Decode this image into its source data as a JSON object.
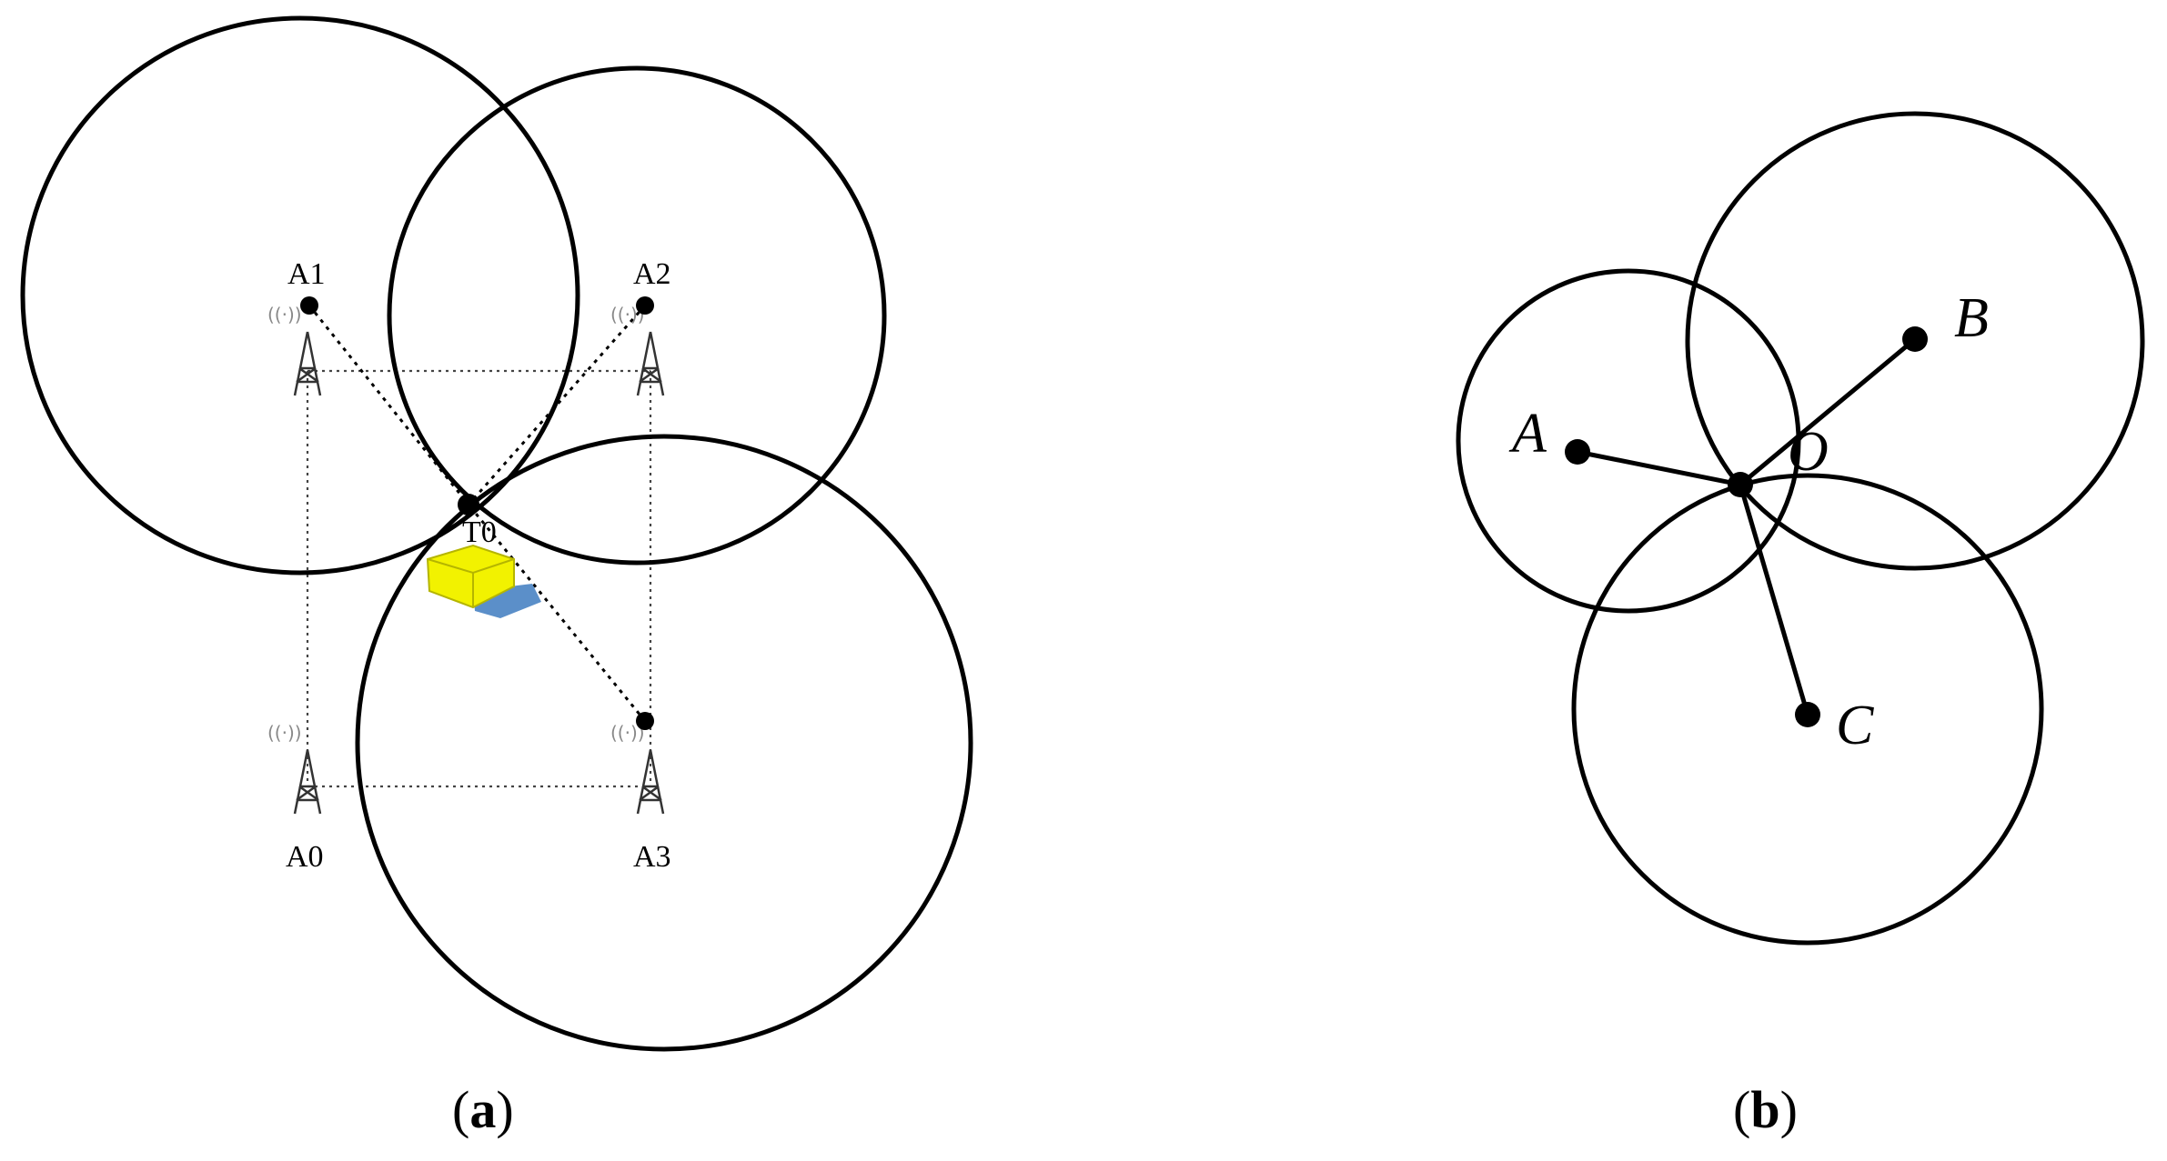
{
  "panel_a": {
    "anchors": {
      "a0": "A0",
      "a1": "A1",
      "a2": "A2",
      "a3": "A3"
    },
    "tag_label": "T0",
    "caption_open": "(",
    "caption_letter": "a",
    "caption_close": ")"
  },
  "panel_b": {
    "points": {
      "a": "A",
      "b": "B",
      "c": "C",
      "o": "O"
    },
    "caption_open": "(",
    "caption_letter": "b",
    "caption_close": ")"
  },
  "colors": {
    "tag_body": "#f2f200",
    "tag_shadow": "#5b8fc9",
    "line": "#000000"
  },
  "icons": {
    "anchor": "antenna-tower-icon",
    "tag": "tag-device-icon"
  }
}
